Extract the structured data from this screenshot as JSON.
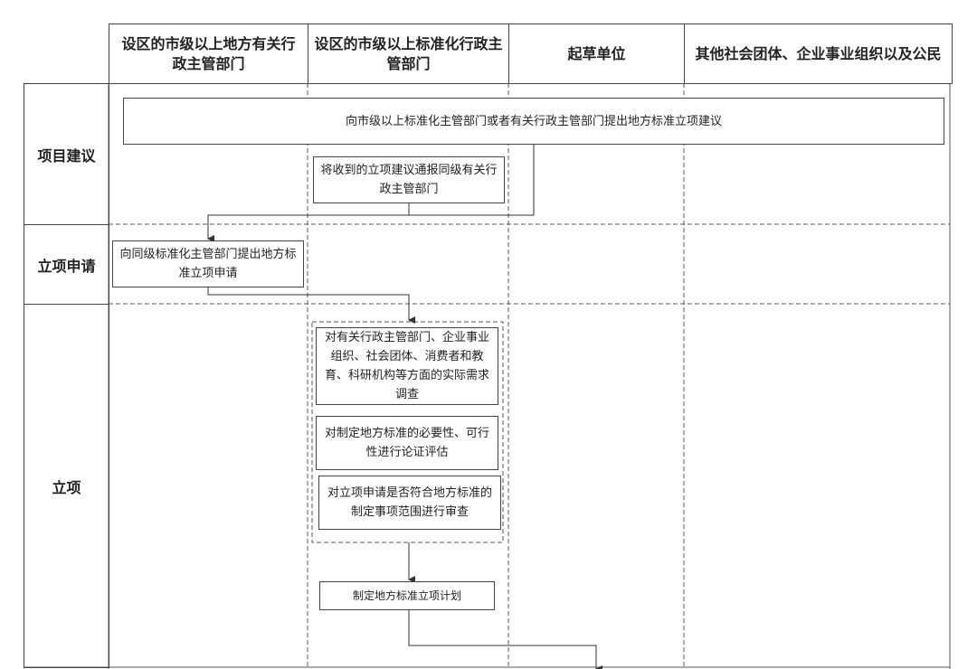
{
  "columns": [
    "设区的市级以上地方有关行政主管部门",
    "设区的市级以上标准化行政主管部门",
    "起草单位",
    "其他社会团体、企业事业组织以及公民"
  ],
  "rows": [
    "项目建议",
    "立项申请",
    "立项"
  ],
  "steps": {
    "proposal": "向市级以上标准化主管部门或者有关行政主管部门提出地方标准立项建议",
    "notify": "将收到的立项建议通报同级有关行政主管部门",
    "apply": "向同级标准化主管部门提出地方标准立项申请",
    "survey": "对有关行政主管部门、企业事业组织、社会团体、消费者和教育、科研机构等方面的实际需求调查",
    "evaluate": "对制定地方标准的必要性、可行性进行论证评估",
    "review": "对立项申请是否符合地方标准的制定事项范围进行审查",
    "plan": "制定地方标准立项计划"
  }
}
